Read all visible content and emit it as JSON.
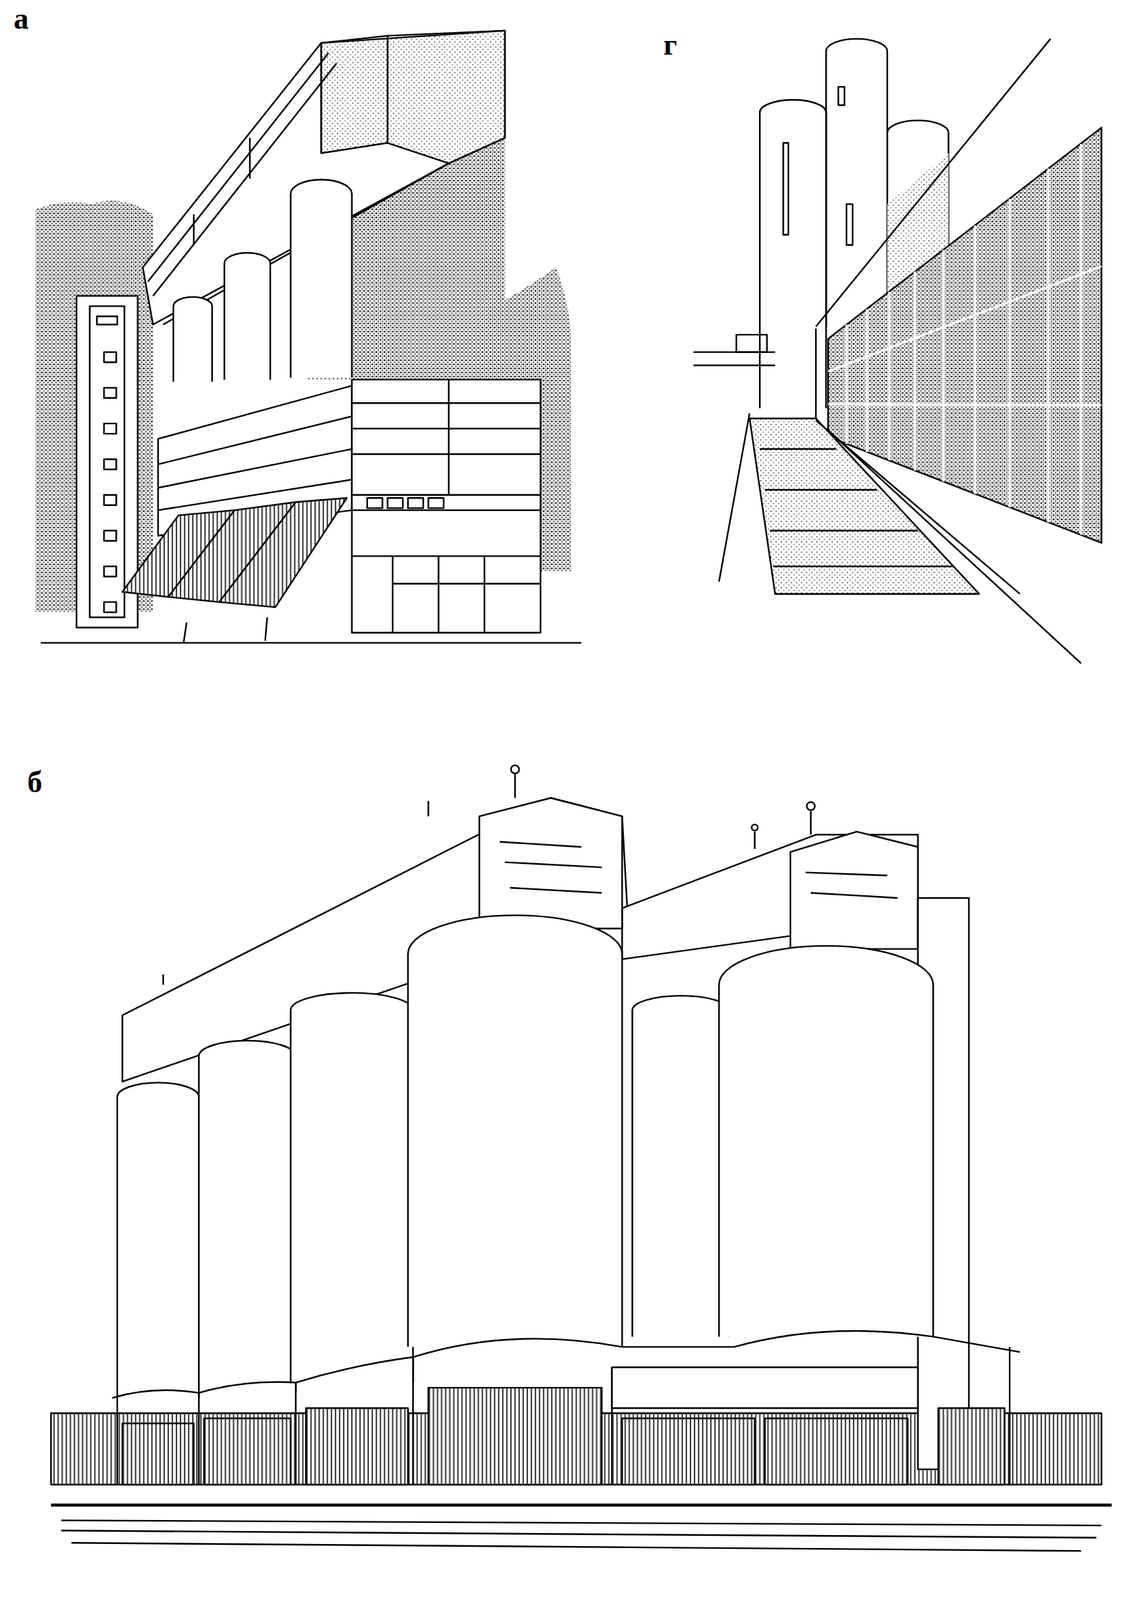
{
  "diagram": {
    "labels": [
      "а",
      "г",
      "б"
    ]
  }
}
